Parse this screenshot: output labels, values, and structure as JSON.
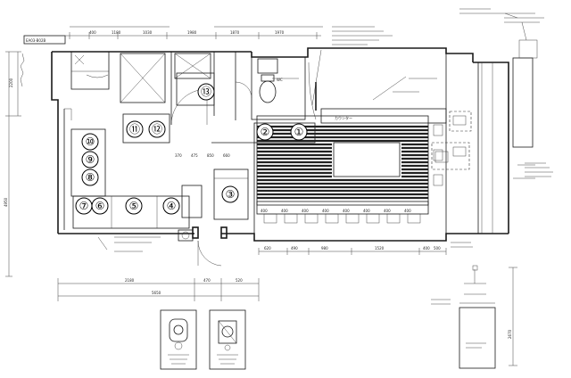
{
  "drawing": {
    "title_tag": "EA03-B02B",
    "top_dims": [
      "400",
      "1180",
      "1030",
      "1980",
      "1870",
      "1970"
    ],
    "left_dims": [
      "2200",
      "4950"
    ],
    "bottom_dims": [
      "2180",
      "470",
      "520"
    ],
    "bottom_total": "5650",
    "lower_dims": [
      "620",
      "490",
      "980",
      "1520",
      "400",
      "500"
    ],
    "right_dim": "2670",
    "tiny_dims": [
      "370",
      "475",
      "850",
      "660",
      "400",
      "400",
      "400",
      "400",
      "400",
      "400",
      "400",
      "400"
    ]
  },
  "equipment": [
    {
      "id": "eq-1",
      "label": "①"
    },
    {
      "id": "eq-2",
      "label": "②"
    },
    {
      "id": "eq-3",
      "label": "③"
    },
    {
      "id": "eq-4",
      "label": "④"
    },
    {
      "id": "eq-5",
      "label": "⑤"
    },
    {
      "id": "eq-6",
      "label": "⑥"
    },
    {
      "id": "eq-7",
      "label": "⑦"
    },
    {
      "id": "eq-8",
      "label": "⑧"
    },
    {
      "id": "eq-9",
      "label": "⑨"
    },
    {
      "id": "eq-10",
      "label": "⑩"
    },
    {
      "id": "eq-11",
      "label": "⑪"
    },
    {
      "id": "eq-12",
      "label": "⑫"
    },
    {
      "id": "eq-13",
      "label": "⑬"
    }
  ],
  "annotations": {
    "wc": "WC",
    "counter": "カウンター"
  }
}
